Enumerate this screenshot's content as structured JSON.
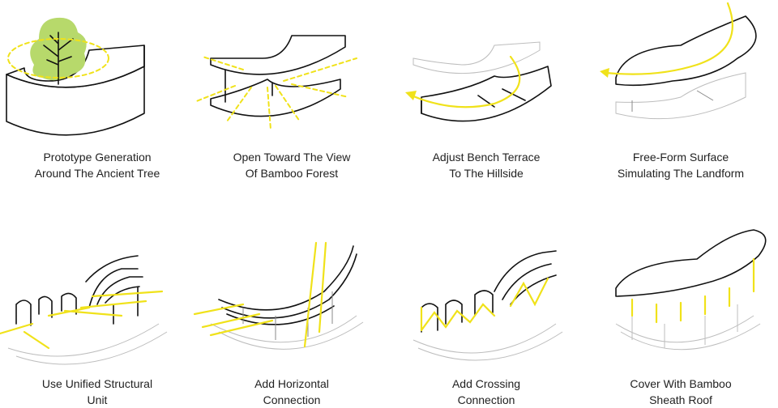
{
  "colors": {
    "accent": "#f0e21a",
    "tree": "#b7d96b",
    "line": "#111111"
  },
  "steps": [
    {
      "line1": "Prototype Generation",
      "line2": "Around The Ancient Tree"
    },
    {
      "line1": "Open Toward The View",
      "line2": "Of Bamboo Forest"
    },
    {
      "line1": "Adjust Bench Terrace",
      "line2": "To The Hillside"
    },
    {
      "line1": "Free-Form Surface",
      "line2": "Simulating The Landform"
    },
    {
      "line1": "Use Unified Structural",
      "line2": "Unit"
    },
    {
      "line1": "Add Horizontal",
      "line2": "Connection"
    },
    {
      "line1": "Add Crossing",
      "line2": "Connection"
    },
    {
      "line1": "Cover With Bamboo",
      "line2": "Sheath Roof"
    }
  ]
}
